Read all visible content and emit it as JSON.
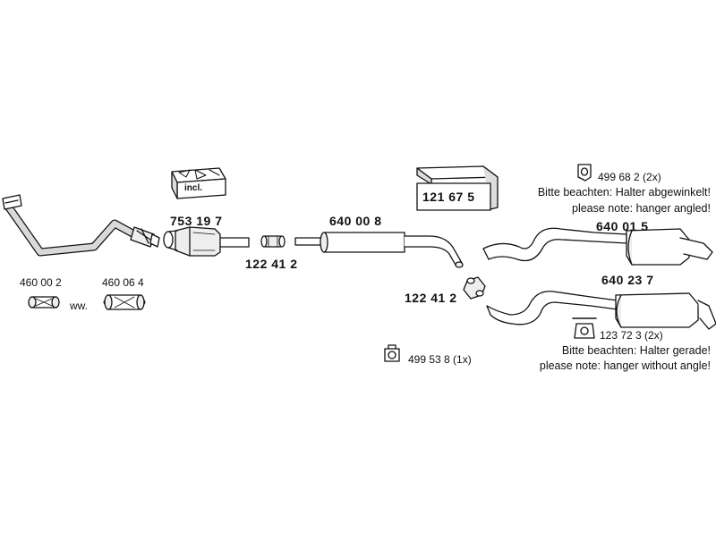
{
  "parts": {
    "front_pipe_kit": "460 00 2",
    "front_pipe_kit_alt": "460 06 4",
    "alternative_mark": "ww.",
    "catalytic_converter": "753 19 7",
    "incl_label": "incl.",
    "clamp_front": "122 41 2",
    "center_muffler": "640 00 8",
    "clamp_rear": "122 41 2",
    "mounting_kit": "121 67 5",
    "rear_muffler_a": "640 01 5",
    "rear_muffler_b": "640 23 7",
    "hanger_angled": "499 68 2 (2x)",
    "hanger_straight": "123 72 3 (2x)",
    "rubber_mount": "499 53 8 (1x)"
  },
  "notes": {
    "angled_de": "Bitte beachten: Halter abgewinkelt!",
    "angled_en": "please note: hanger angled!",
    "straight_de": "Bitte beachten: Halter gerade!",
    "straight_en": "please note: hanger without angle!"
  },
  "colors": {
    "line": "#111111",
    "fill": "#ffffff",
    "shade": "#bdbdbd",
    "pipe": "#d9d9d9"
  }
}
